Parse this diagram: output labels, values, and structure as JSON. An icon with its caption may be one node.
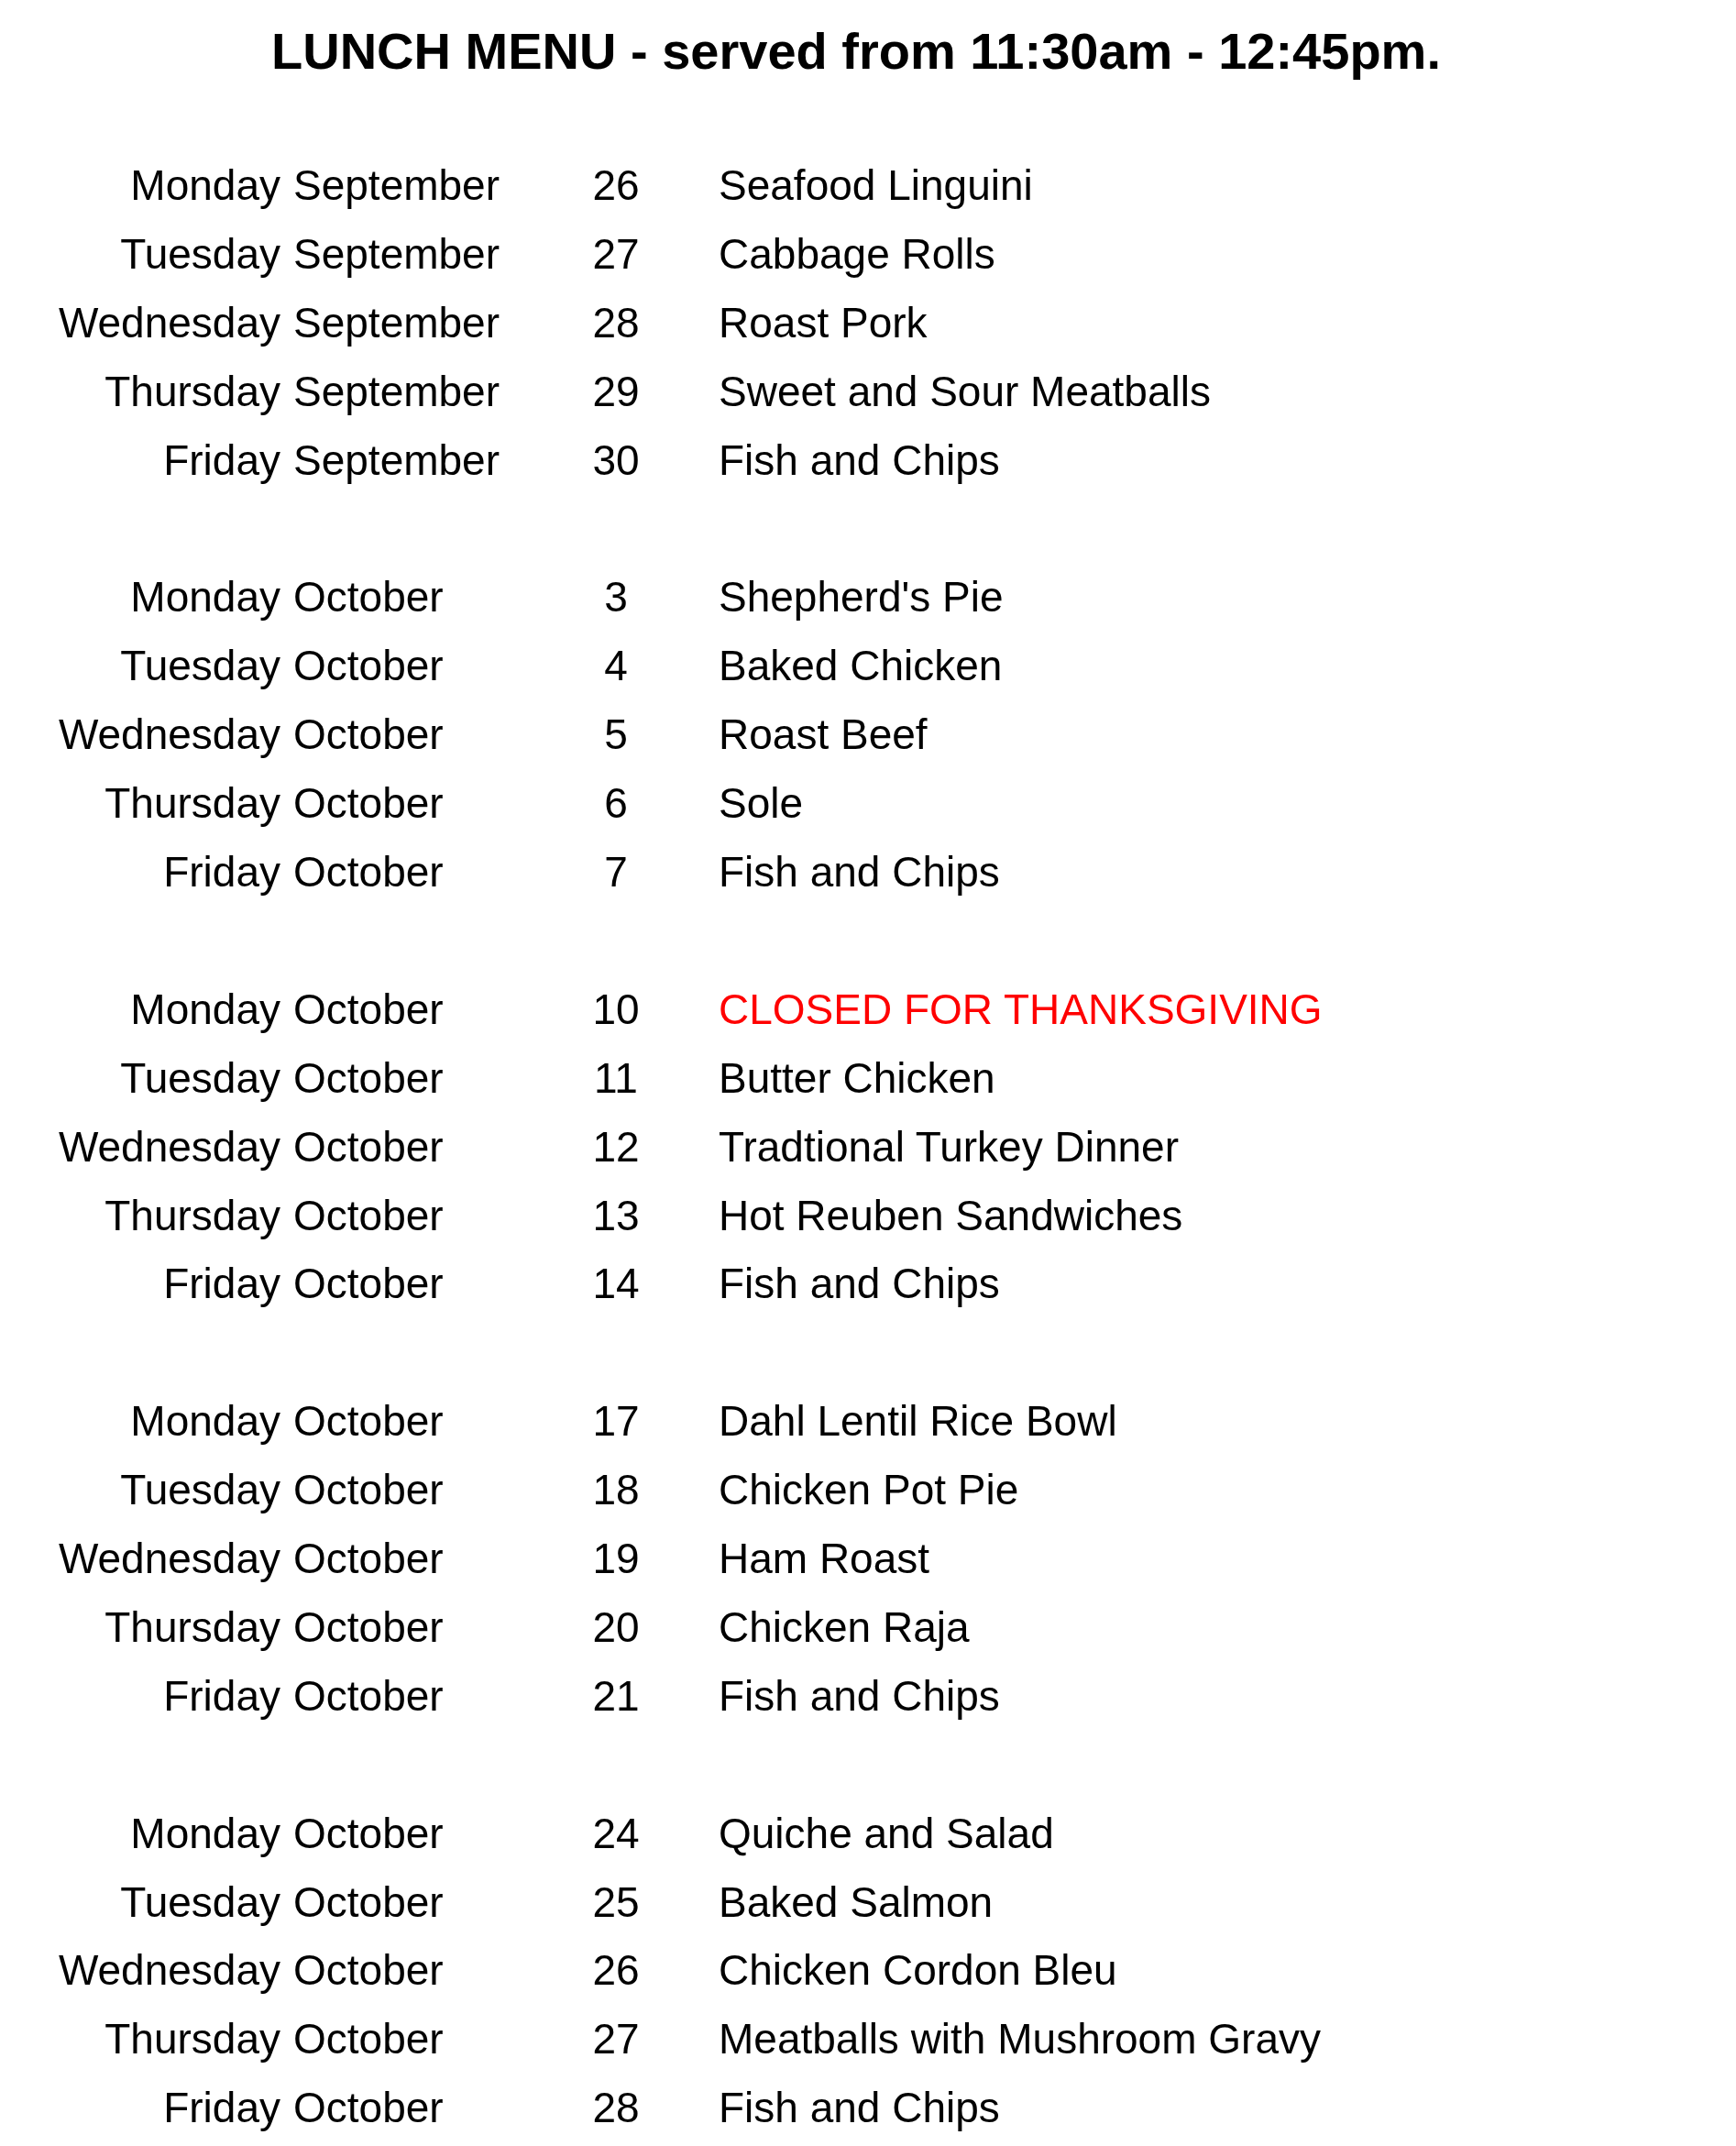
{
  "diagram": {
    "title": "LUNCH MENU - served from 11:30am - 12:45pm.",
    "labels": [
      "Monday",
      "September",
      "26",
      "Seafood Linguini",
      "Tuesday",
      "September",
      "27",
      "Cabbage Rolls",
      "Wednesday",
      "September",
      "28",
      "Roast Pork",
      "Thursday",
      "September",
      "29",
      "Sweet and Sour Meatballs",
      "Friday",
      "September",
      "30",
      "Fish and Chips",
      "Monday",
      "October",
      "3",
      "Shepherd's Pie",
      "Tuesday",
      "October",
      "4",
      "Baked Chicken",
      "Wednesday",
      "October",
      "5",
      "Roast Beef",
      "Thursday",
      "October",
      "6",
      "Sole",
      "Friday",
      "October",
      "7",
      "Fish and Chips",
      "Monday",
      "October",
      "10",
      "CLOSED FOR THANKSGIVING",
      "Tuesday",
      "October",
      "11",
      "Butter Chicken",
      "Wednesday",
      "October",
      "12",
      "Tradtional Turkey Dinner",
      "Thursday",
      "October",
      "13",
      "Hot Reuben Sandwiches",
      "Friday",
      "October",
      "14",
      "Fish and Chips",
      "Monday",
      "October",
      "17",
      "Dahl Lentil Rice Bowl",
      "Tuesday",
      "October",
      "18",
      "Chicken Pot Pie",
      "Wednesday",
      "October",
      "19",
      "Ham Roast",
      "Thursday",
      "October",
      "20",
      "Chicken Raja",
      "Friday",
      "October",
      "21",
      "Fish and Chips",
      "Monday",
      "October",
      "24",
      "Quiche and Salad",
      "Tuesday",
      "October",
      "25",
      "Baked Salmon",
      "Wednesday",
      "October",
      "26",
      "Chicken Cordon Bleu",
      "Thursday",
      "October",
      "27",
      "Meatballs with Mushroom Gravy",
      "Friday",
      "October",
      "28",
      "Fish and Chips"
    ]
  }
}
